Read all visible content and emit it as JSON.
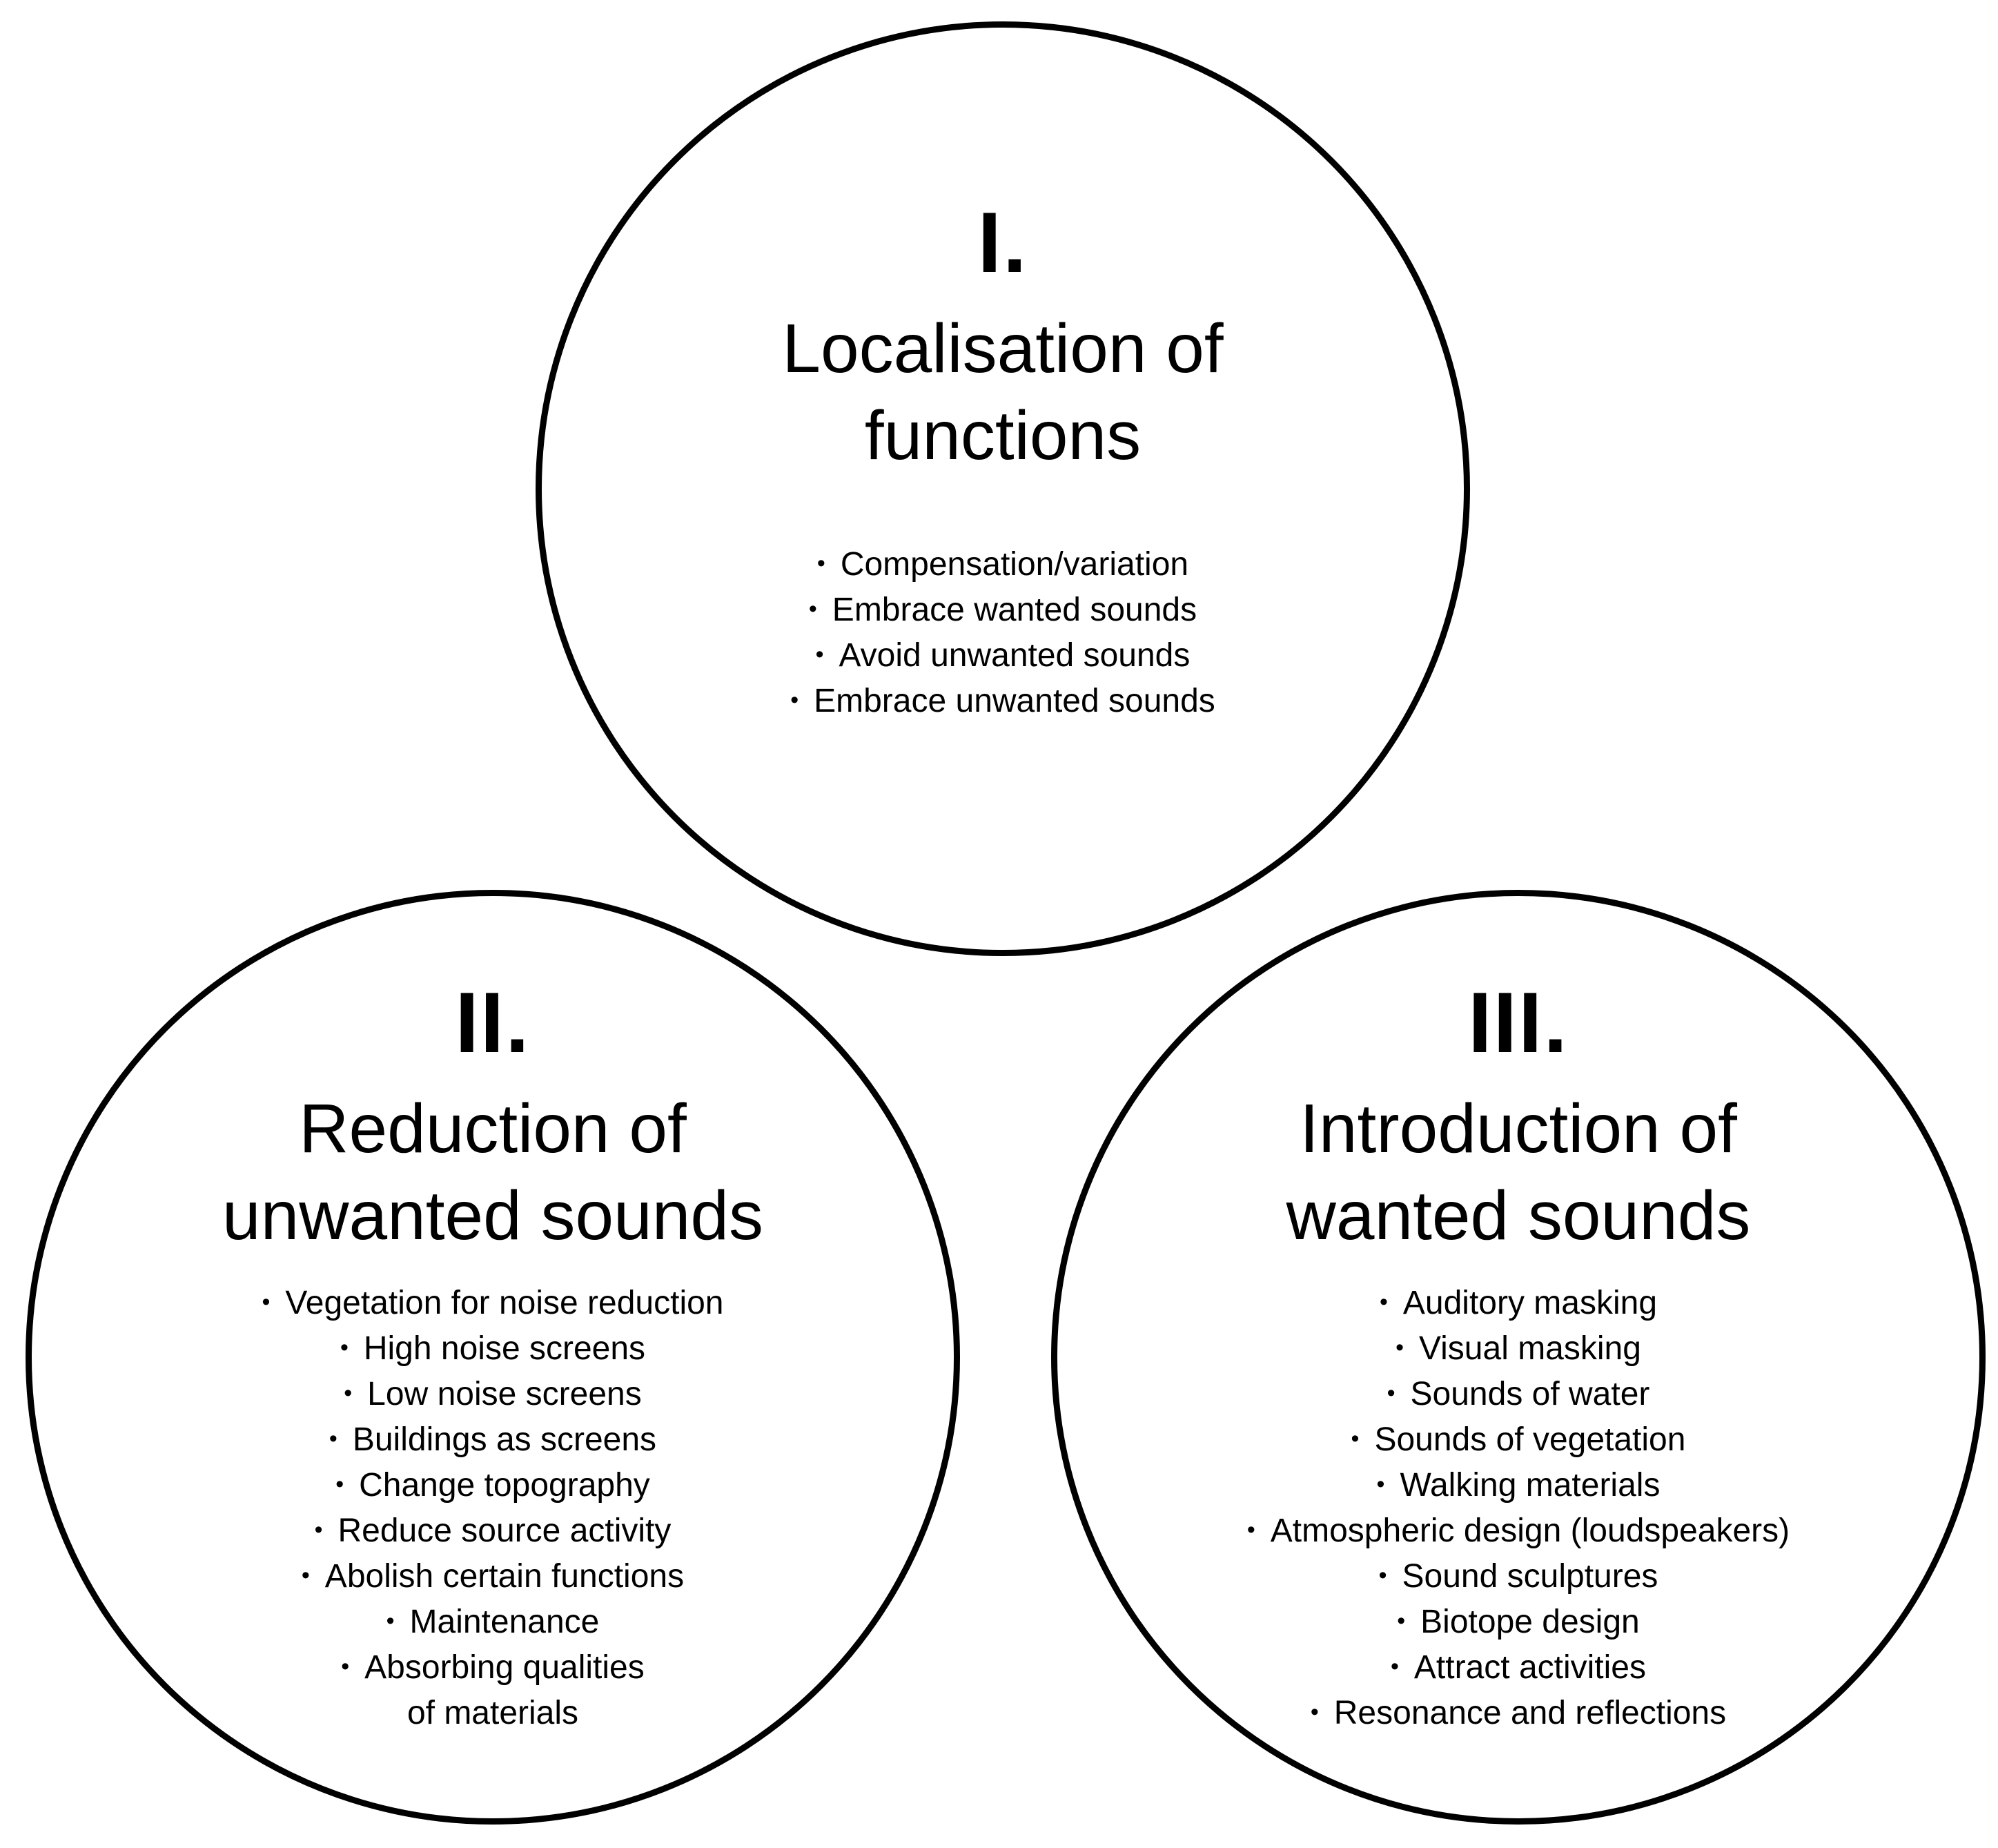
{
  "diagram": {
    "nodes": [
      {
        "numeral": "I.",
        "title_line1": "Localisation of",
        "title_line2": "functions",
        "items": [
          "Compensation/variation",
          "Embrace wanted sounds",
          "Avoid unwanted sounds",
          "Embrace unwanted sounds"
        ]
      },
      {
        "numeral": "II.",
        "title_line1": "Reduction of",
        "title_line2": "unwanted sounds",
        "items": [
          "Vegetation for noise reduction",
          "High noise screens",
          "Low noise screens",
          "Buildings as screens",
          "Change topography",
          "Reduce source activity",
          "Abolish certain functions",
          "Maintenance",
          "Absorbing qualities",
          "of materials"
        ]
      },
      {
        "numeral": "III.",
        "title_line1": "Introduction of",
        "title_line2": "wanted sounds",
        "items": [
          "Auditory masking",
          "Visual masking",
          "Sounds of water",
          "Sounds of vegetation",
          "Walking materials",
          "Atmospheric design (loudspeakers)",
          "Sound sculptures",
          "Biotope design",
          "Attract activities",
          "Resonance and reflections"
        ]
      }
    ]
  }
}
